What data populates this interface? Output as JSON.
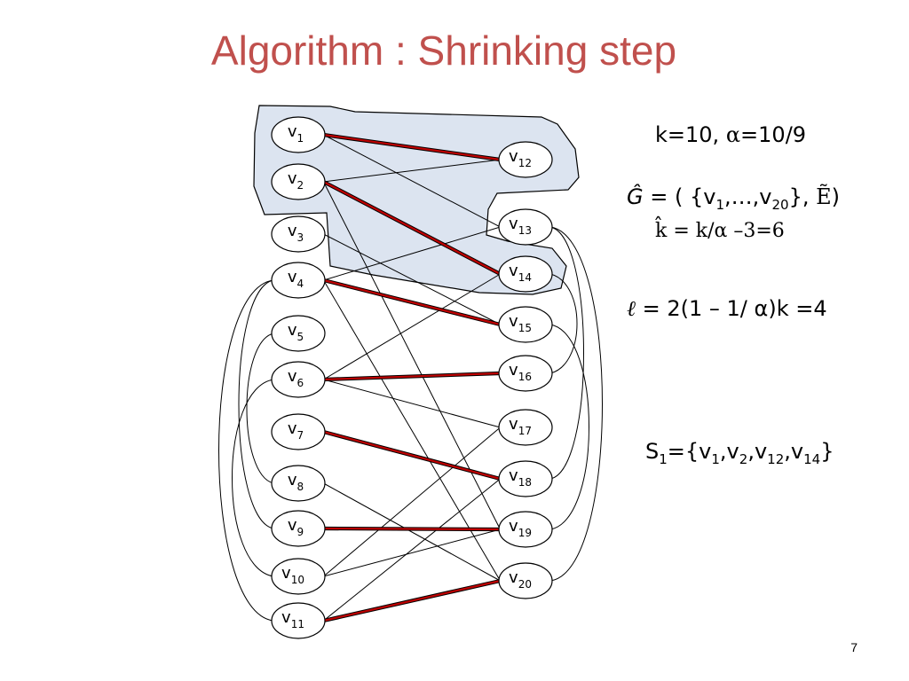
{
  "slide": {
    "title": "Algorithm : Shrinking step",
    "page_number": "7"
  },
  "info": {
    "k": "k=10,",
    "alpha_sym": "α",
    "alpha_val": "=10/9",
    "g_hat": "Ĝ",
    "g_def_1": " = ( {v",
    "g_sub_1": "1",
    "g_def_2": ",…,v",
    "g_sub_20": "20",
    "g_def_3": "}, ",
    "e_hat": "Ẽ",
    "g_def_4": ")",
    "k_hat": "k̂",
    "k_def": " = k/α –3=6",
    "ell_sym": "ℓ",
    "ell_def": " = 2(1 – 1/ α)k =4",
    "s_name": "S",
    "s_sub": "1",
    "s_def_1": "={v",
    "s_sub_a": "1",
    "s_def_2": ",v",
    "s_sub_b": "2",
    "s_def_3": ",v",
    "s_sub_c": "12",
    "s_def_4": ",v",
    "s_sub_d": "14",
    "s_def_5": "}"
  },
  "graph": {
    "highlight_color": "#dce4f0",
    "red_edge_color": "#c00000",
    "nodes": [
      {
        "id": "v1",
        "base": "v",
        "sub": "1"
      },
      {
        "id": "v2",
        "base": "v",
        "sub": "2"
      },
      {
        "id": "v3",
        "base": "v",
        "sub": "3"
      },
      {
        "id": "v4",
        "base": "v",
        "sub": "4"
      },
      {
        "id": "v5",
        "base": "v",
        "sub": "5"
      },
      {
        "id": "v6",
        "base": "v",
        "sub": "6"
      },
      {
        "id": "v7",
        "base": "v",
        "sub": "7"
      },
      {
        "id": "v8",
        "base": "v",
        "sub": "8"
      },
      {
        "id": "v9",
        "base": "v",
        "sub": "9"
      },
      {
        "id": "v10",
        "base": "v",
        "sub": "10"
      },
      {
        "id": "v11",
        "base": "v",
        "sub": "11"
      },
      {
        "id": "v12",
        "base": "v",
        "sub": "12"
      },
      {
        "id": "v13",
        "base": "v",
        "sub": "13"
      },
      {
        "id": "v14",
        "base": "v",
        "sub": "14"
      },
      {
        "id": "v15",
        "base": "v",
        "sub": "15"
      },
      {
        "id": "v16",
        "base": "v",
        "sub": "16"
      },
      {
        "id": "v17",
        "base": "v",
        "sub": "17"
      },
      {
        "id": "v18",
        "base": "v",
        "sub": "18"
      },
      {
        "id": "v19",
        "base": "v",
        "sub": "19"
      },
      {
        "id": "v20",
        "base": "v",
        "sub": "20"
      }
    ],
    "matched_edges": [
      [
        "v1",
        "v12"
      ],
      [
        "v2",
        "v14"
      ],
      [
        "v4",
        "v15"
      ],
      [
        "v6",
        "v16"
      ],
      [
        "v7",
        "v18"
      ],
      [
        "v9",
        "v19"
      ],
      [
        "v11",
        "v20"
      ]
    ],
    "edges": [
      [
        "v1",
        "v13"
      ],
      [
        "v2",
        "v12"
      ],
      [
        "v2",
        "v19"
      ],
      [
        "v3",
        "v15"
      ],
      [
        "v4",
        "v13"
      ],
      [
        "v4",
        "v20"
      ],
      [
        "v6",
        "v14"
      ],
      [
        "v6",
        "v17"
      ],
      [
        "v8",
        "v20"
      ],
      [
        "v10",
        "v17"
      ],
      [
        "v10",
        "v19"
      ],
      [
        "v11",
        "v18"
      ]
    ],
    "left_arcs": [
      [
        "v4",
        "v9"
      ],
      [
        "v5",
        "v8"
      ],
      [
        "v6",
        "v10"
      ],
      [
        "v4",
        "v11"
      ]
    ],
    "right_arcs": [
      [
        "v13",
        "v18"
      ],
      [
        "v14",
        "v16"
      ],
      [
        "v15",
        "v19"
      ],
      [
        "v13",
        "v20"
      ]
    ]
  }
}
